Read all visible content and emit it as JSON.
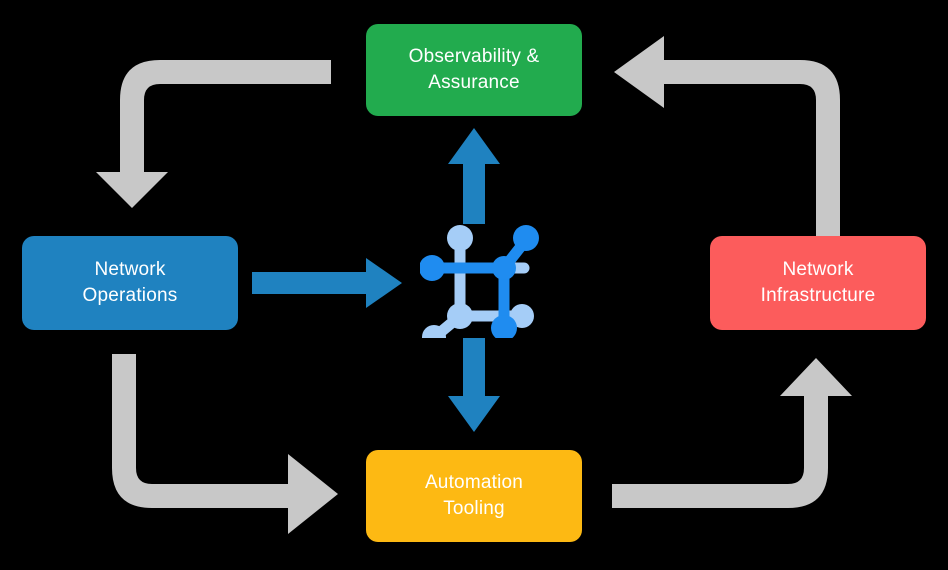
{
  "diagram": {
    "title": "Network automation lifecycle cycle diagram",
    "background_color": "#000000",
    "nodes": [
      {
        "id": "observability",
        "label": "Observability &\nAssurance",
        "color": "#22ab4e",
        "text_color": "#ffffff",
        "position": "top"
      },
      {
        "id": "network-operations",
        "label": "Network\nOperations",
        "color": "#1f82c0",
        "text_color": "#ffffff",
        "position": "left"
      },
      {
        "id": "network-infrastructure",
        "label": "Network\nInfrastructure",
        "color": "#fc5c5c",
        "text_color": "#ffffff",
        "position": "right"
      },
      {
        "id": "automation-tooling",
        "label": "Automation\nTooling",
        "color": "#fdb913",
        "text_color": "#ffffff",
        "position": "bottom"
      }
    ],
    "center_icon": {
      "name": "network-topology-icon",
      "node_color_primary": "#1f8cf0",
      "node_color_secondary": "#a5cdf7"
    },
    "blue_arrows": {
      "color": "#1f82c0",
      "items": [
        {
          "name": "arrow-center-to-observability",
          "direction": "up"
        },
        {
          "name": "arrow-network-operations-to-center",
          "direction": "right"
        },
        {
          "name": "arrow-center-to-automation-tooling",
          "direction": "down"
        }
      ]
    },
    "gray_arrows": {
      "color": "#c8c8c8",
      "items": [
        {
          "name": "arrow-observability-to-network-operations",
          "direction": "down",
          "corner": "top-left"
        },
        {
          "name": "arrow-network-infrastructure-to-observability",
          "direction": "left",
          "corner": "top-right"
        },
        {
          "name": "arrow-network-operations-to-automation-tooling",
          "direction": "right",
          "corner": "bottom-left"
        },
        {
          "name": "arrow-automation-tooling-to-network-infrastructure",
          "direction": "up",
          "corner": "bottom-right"
        }
      ]
    }
  }
}
